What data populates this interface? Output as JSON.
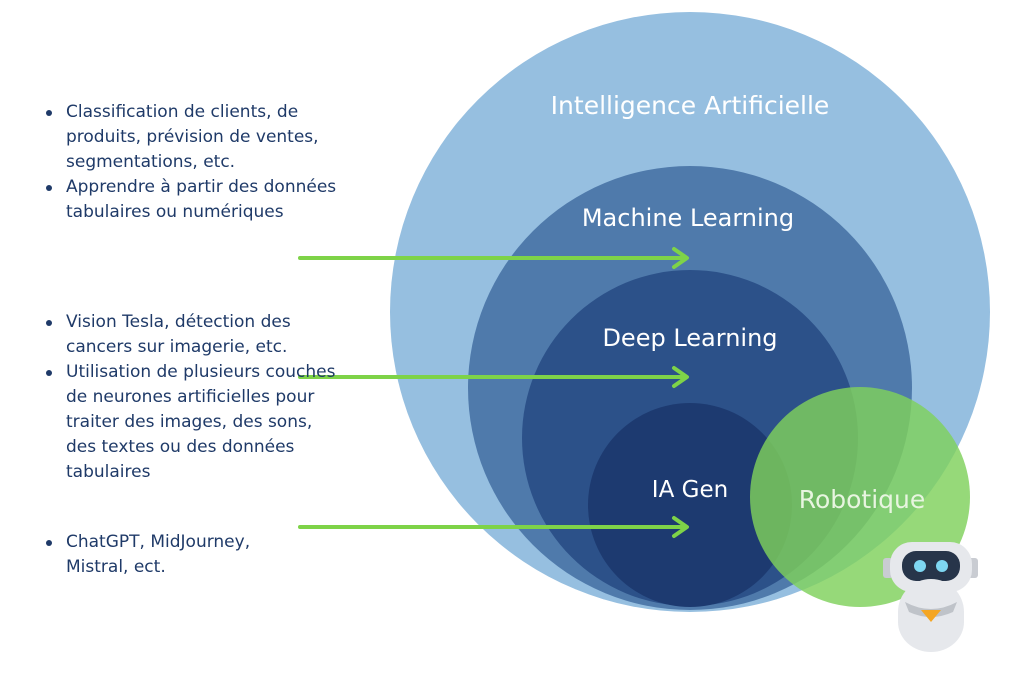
{
  "circles": {
    "ai": {
      "label": "Intelligence Artificielle",
      "color": "#96bfe0"
    },
    "ml": {
      "label": "Machine Learning",
      "color": "#4f7aab"
    },
    "dl": {
      "label": "Deep Learning",
      "color": "#2c5189"
    },
    "gen": {
      "label": "IA Gen",
      "color": "#1d3a70"
    },
    "robotics": {
      "label": "Robotique",
      "color": "#7fd15c"
    }
  },
  "bullet_groups": {
    "ml": [
      "Classification de clients, de produits, prévision de ventes, segmentations, etc.",
      "Apprendre à partir des données tabulaires ou numériques"
    ],
    "dl": [
      "Vision Tesla, détection des cancers sur imagerie, etc.",
      "Utilisation de plusieurs couches de neurones artificielles pour traiter des images, des sons, des textes ou des données tabulaires"
    ],
    "gen": [
      "ChatGPT, MidJourney, Mistral, ect."
    ]
  },
  "arrow_color": "#7ed348",
  "robot_icon": "robot-icon"
}
